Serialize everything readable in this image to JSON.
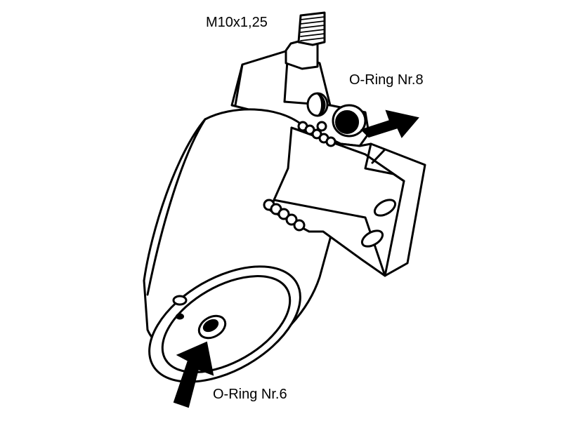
{
  "labels": {
    "thread": "M10x1,25",
    "oring_outlet": "O-Ring Nr.8",
    "oring_inlet": "O-Ring Nr.6"
  },
  "colors": {
    "line": "#000000",
    "background": "#ffffff"
  }
}
